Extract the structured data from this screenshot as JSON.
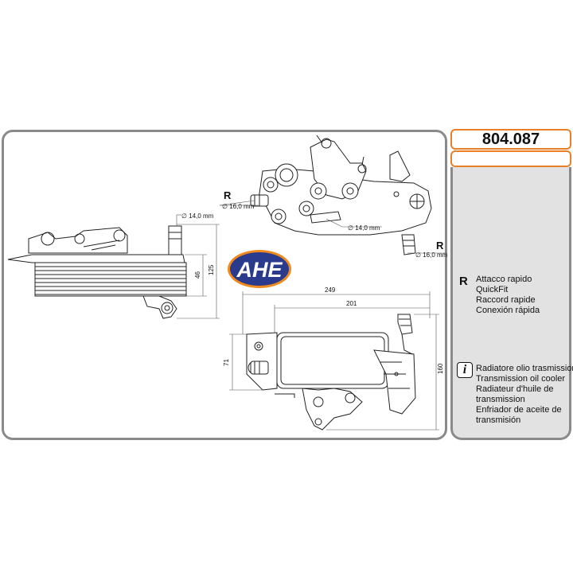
{
  "part_number": "804.087",
  "logo_text": "AHE",
  "callouts": {
    "r_letter": "R",
    "diameters": [
      "∅ 14,0 mm",
      "∅ 16,0 mm",
      "∅ 14,0 mm",
      "∅ 16,0 mm"
    ]
  },
  "dimensions": {
    "height_small": "46",
    "height_total": "125",
    "length_overall": "249",
    "length_core": "201",
    "width_core": "71",
    "width_total": "160"
  },
  "legend": {
    "letter": "R",
    "lines": [
      "Attacco rapido",
      "QuickFit",
      "Raccord rapide",
      "Conexión rápida"
    ]
  },
  "description": {
    "icon": "info-icon",
    "lines": [
      "Radiatore olio trasmissione",
      "Transmission oil  cooler",
      "Radiateur d'huile de",
      "transmission",
      "Enfriador de aceite de",
      "transmisión"
    ]
  },
  "colors": {
    "frame": "#8a8a8a",
    "accent": "#e8802a",
    "side_panel": "#e2e2e2",
    "logo_blue": "#2a3a8c",
    "logo_orange": "#f08a1c"
  }
}
